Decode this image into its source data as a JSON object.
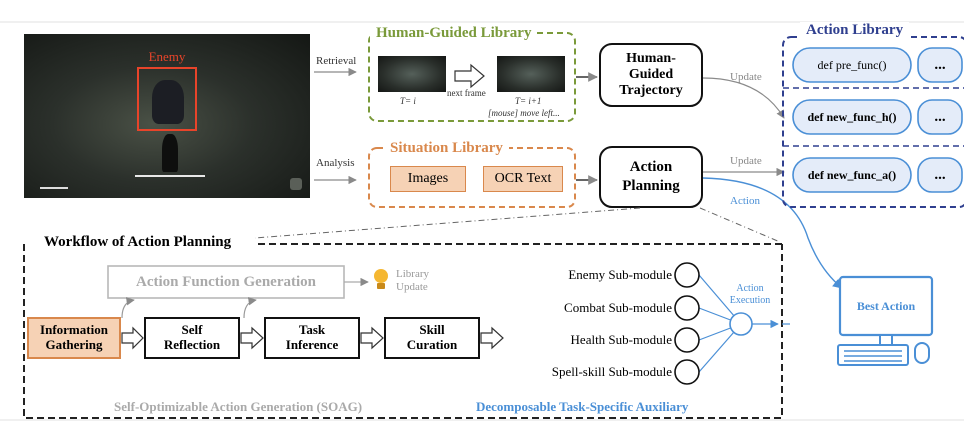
{
  "game_view": {
    "enemy_label": "Enemy"
  },
  "edges": {
    "retrieval": "Retrieval",
    "analysis": "Analysis",
    "update_top": "Update",
    "update_mid": "Update",
    "action": "Action"
  },
  "human_guided_library": {
    "title": "Human-Guided Library",
    "frame1_caption": "T= i",
    "next_frame": "next frame",
    "frame2_caption": "T= i+1",
    "frame2_sub": "[mouse] move left..."
  },
  "situation_library": {
    "title": "Situation Library",
    "images": "Images",
    "ocr_text": "OCR Text"
  },
  "human_guided_trajectory": "Human-Guided Trajectory",
  "action_planning": "Action Planning",
  "action_library": {
    "title": "Action Library",
    "functions": [
      "def pre_func()",
      "def new_func_h()",
      "def new_func_a()"
    ],
    "ellipsis": "..."
  },
  "workflow": {
    "title": "Workflow of Action Planning",
    "action_function_generation": "Action Function Generation",
    "library_update": "Library Update",
    "steps": [
      "Information Gathering",
      "Self Reflection",
      "Task Inference",
      "Skill Curation"
    ],
    "soag_label": "Self-Optimizable Action Generation (SOAG)",
    "dtsa_label": "Decomposable Task-Specific Auxiliary"
  },
  "submodules": [
    "Enemy Sub-module",
    "Combat Sub-module",
    "Health Sub-module",
    "Spell-skill Sub-module"
  ],
  "action_execution": "Action Execution",
  "best_action": "Best Action",
  "colors": {
    "green": "#7a9a3a",
    "orange": "#d9884c",
    "orange_fill": "#f6d2b5",
    "blue_dark": "#2f3f8f",
    "blue_light": "#4a8fd6",
    "gray": "#a8a8a8",
    "red": "#e8442a"
  }
}
